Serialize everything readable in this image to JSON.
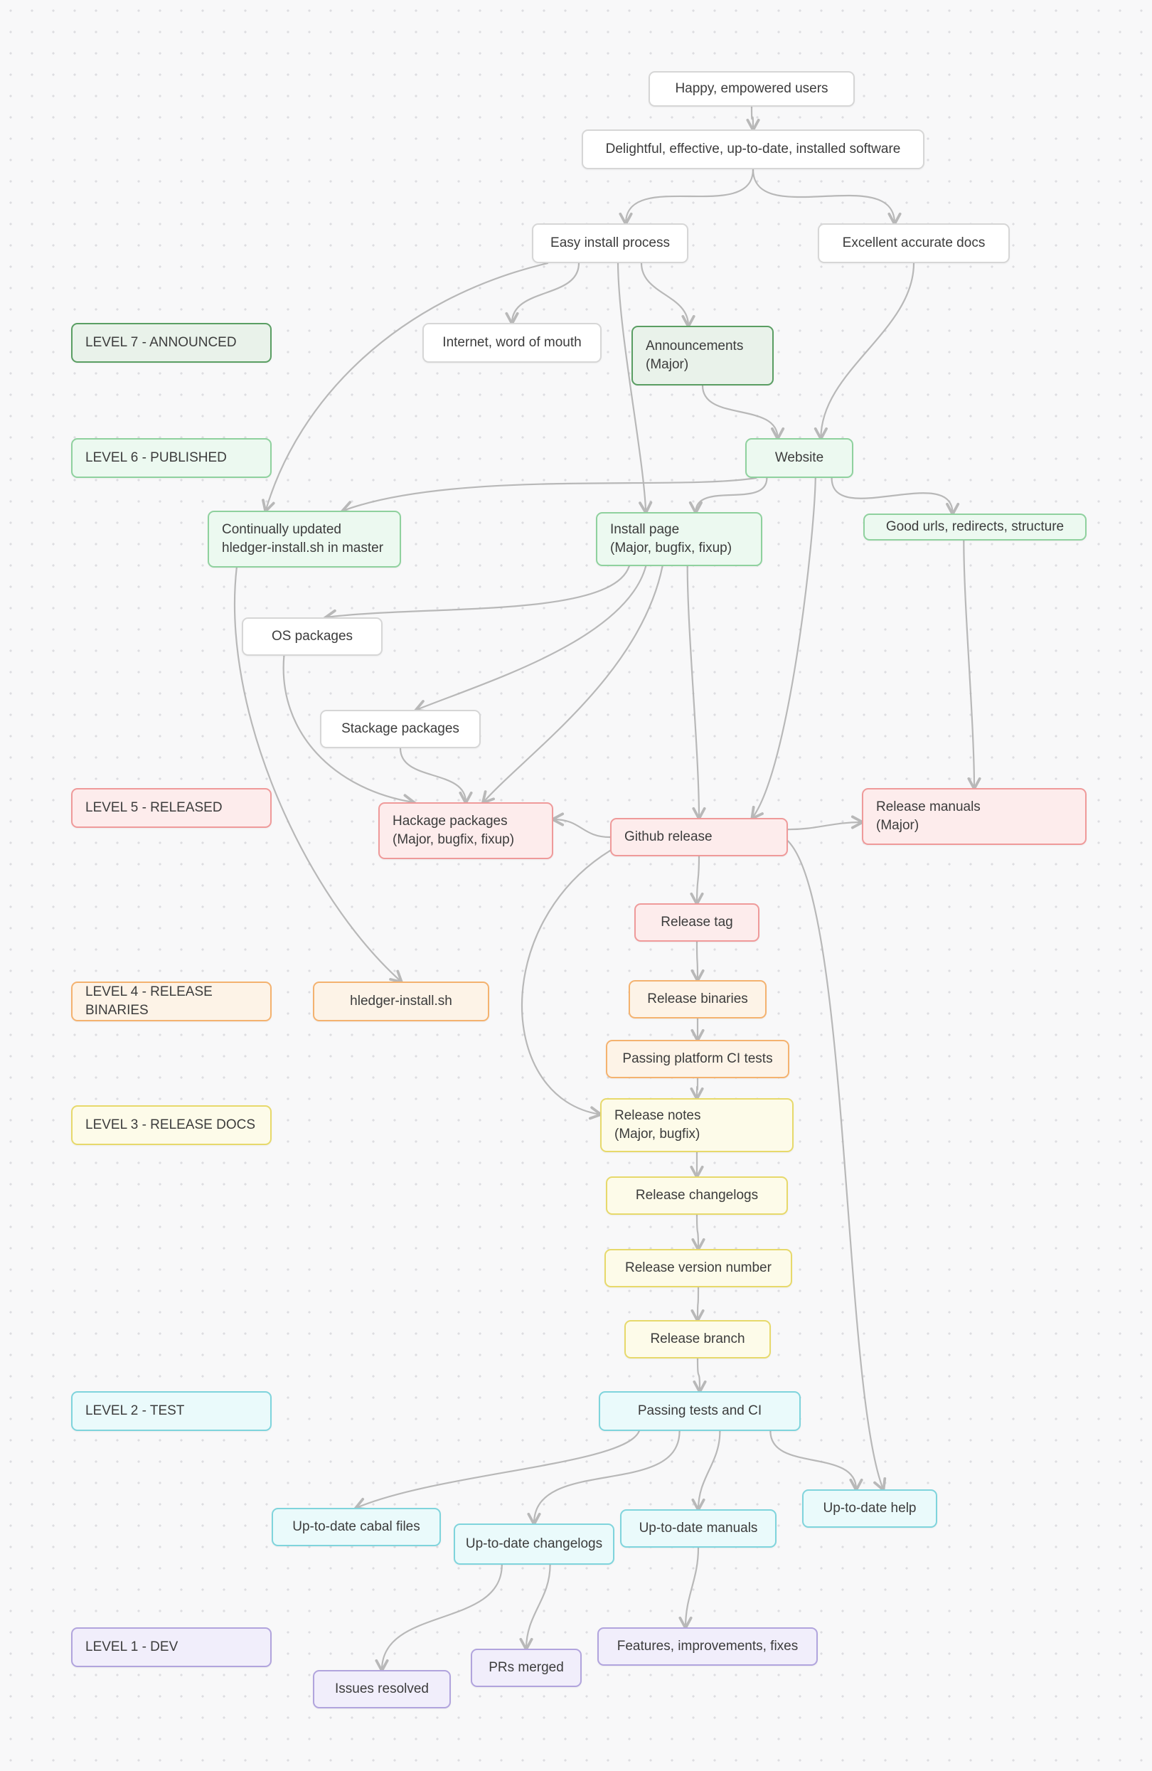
{
  "colors": {
    "edge": "#b5b5b5",
    "schemes": {
      "white": {
        "border": "#d6d6d6",
        "fill": "#ffffff"
      },
      "green-dark": {
        "border": "#5a9e63",
        "fill": "#e9f2ea"
      },
      "green": {
        "border": "#8fd19e",
        "fill": "#ecf9f0"
      },
      "red": {
        "border": "#ef9a9a",
        "fill": "#fdecec"
      },
      "orange": {
        "border": "#f4b26f",
        "fill": "#fdf3e7"
      },
      "yellow": {
        "border": "#e7d96b",
        "fill": "#fdfbe9"
      },
      "cyan": {
        "border": "#7fd4dc",
        "fill": "#eafafb"
      },
      "purple": {
        "border": "#b1a4dd",
        "fill": "#f1eefb"
      }
    }
  },
  "levels": {
    "lvl7": {
      "label": "LEVEL 7 - ANNOUNCED"
    },
    "lvl6": {
      "label": "LEVEL 6 - PUBLISHED"
    },
    "lvl5": {
      "label": "LEVEL 5 - RELEASED"
    },
    "lvl4": {
      "label": "LEVEL 4 - RELEASE BINARIES"
    },
    "lvl3": {
      "label": "LEVEL 3 - RELEASE DOCS"
    },
    "lvl2": {
      "label": "LEVEL 2 - TEST"
    },
    "lvl1": {
      "label": "LEVEL 1 - DEV"
    }
  },
  "nodes": {
    "happy": {
      "label": "Happy, empowered users"
    },
    "software": {
      "label": "Delightful, effective, up-to-date, installed software"
    },
    "easyinstall": {
      "label": "Easy install process"
    },
    "excellentdocs": {
      "label": "Excellent accurate docs"
    },
    "internet": {
      "label": "Internet, word of mouth"
    },
    "announcements": {
      "label": "Announcements",
      "sublabel": "(Major)"
    },
    "website": {
      "label": "Website"
    },
    "contupd": {
      "label": "Continually updated",
      "sublabel": "hledger-install.sh in master"
    },
    "installpage": {
      "label": "Install page",
      "sublabel": "(Major, bugfix, fixup)"
    },
    "goodurls": {
      "label": "Good urls, redirects, structure"
    },
    "ospackages": {
      "label": "OS packages"
    },
    "stackage": {
      "label": "Stackage packages"
    },
    "hackage": {
      "label": "Hackage packages",
      "sublabel": "(Major, bugfix, fixup)"
    },
    "github": {
      "label": "Github release"
    },
    "relmanuals": {
      "label": "Release manuals",
      "sublabel": "(Major)"
    },
    "reltag": {
      "label": "Release tag"
    },
    "hinstallsh": {
      "label": "hledger-install.sh"
    },
    "relbinaries": {
      "label": "Release binaries"
    },
    "platformci": {
      "label": "Passing platform CI tests"
    },
    "relnotes": {
      "label": "Release notes",
      "sublabel": "(Major, bugfix)"
    },
    "relchangelogs": {
      "label": "Release changelogs"
    },
    "relversion": {
      "label": "Release version number"
    },
    "relbranch": {
      "label": "Release branch"
    },
    "passingtests": {
      "label": "Passing tests and CI"
    },
    "cabalfiles": {
      "label": "Up-to-date cabal files"
    },
    "utdchangelogs": {
      "label": "Up-to-date changelogs"
    },
    "utdmanuals": {
      "label": "Up-to-date manuals"
    },
    "utdhelp": {
      "label": "Up-to-date help"
    },
    "features": {
      "label": "Features, improvements, fixes"
    },
    "prsmerged": {
      "label": "PRs merged"
    },
    "issuesresolved": {
      "label": "Issues resolved"
    }
  },
  "edges": [
    {
      "from": "happy",
      "to": "software"
    },
    {
      "from": "software",
      "fs": "bottom:0.5",
      "to": "easyinstall",
      "ts": "top:0.6"
    },
    {
      "from": "software",
      "fs": "bottom:0.5",
      "to": "excellentdocs",
      "ts": "top:0.4"
    },
    {
      "from": "easyinstall",
      "fs": "bottom:0.3",
      "to": "internet",
      "ts": "top:0.5"
    },
    {
      "from": "easyinstall",
      "fs": "bottom:0.7",
      "to": "announcements",
      "ts": "top:0.4"
    },
    {
      "from": "easyinstall",
      "fs": "bottom:0.55",
      "to": "installpage",
      "ts": "top:0.3",
      "via": [
        [
          870,
          470
        ],
        [
          905,
          640
        ]
      ]
    },
    {
      "from": "easyinstall",
      "fs": "bottom:0.1",
      "to": "contupd",
      "ts": "top:0.3",
      "via": [
        [
          560,
          420
        ],
        [
          420,
          560
        ]
      ]
    },
    {
      "from": "excellentdocs",
      "fs": "bottom:0.5",
      "to": "website",
      "ts": "top:0.7"
    },
    {
      "from": "announcements",
      "fs": "bottom:0.5",
      "to": "website",
      "ts": "top:0.3"
    },
    {
      "from": "website",
      "fs": "bottom:0.2",
      "to": "installpage",
      "ts": "top:0.6"
    },
    {
      "from": "website",
      "fs": "bottom:0.8",
      "to": "goodurls",
      "ts": "top:0.4"
    },
    {
      "from": "website",
      "fs": "bottom:0.1",
      "to": "contupd",
      "ts": "top:0.7",
      "via": [
        [
          950,
          690
        ],
        [
          640,
          660
        ]
      ]
    },
    {
      "from": "website",
      "fs": "bottom:0.65",
      "to": "github",
      "ts": "top:0.8",
      "via": [
        [
          1145,
          760
        ],
        [
          1110,
          1080
        ]
      ]
    },
    {
      "from": "goodurls",
      "fs": "bottom:0.45",
      "to": "relmanuals",
      "ts": "top:0.5"
    },
    {
      "from": "installpage",
      "fs": "bottom:0.2",
      "to": "ospackages",
      "ts": "top:0.6",
      "via": [
        [
          860,
          870
        ],
        [
          600,
          850
        ]
      ]
    },
    {
      "from": "installpage",
      "fs": "bottom:0.3",
      "to": "stackage",
      "ts": "top:0.6",
      "via": [
        [
          880,
          900
        ],
        [
          680,
          960
        ]
      ]
    },
    {
      "from": "installpage",
      "fs": "bottom:0.4",
      "to": "hackage",
      "ts": "top:0.6",
      "via": [
        [
          900,
          950
        ],
        [
          740,
          1060
        ]
      ]
    },
    {
      "from": "installpage",
      "fs": "bottom:0.55",
      "to": "github",
      "ts": "top:0.5"
    },
    {
      "from": "contupd",
      "fs": "bottom:0.15",
      "to": "hinstallsh",
      "ts": "top:0.5",
      "via": [
        [
          310,
          1000
        ],
        [
          430,
          1260
        ]
      ]
    },
    {
      "from": "ospackages",
      "fs": "bottom:0.3",
      "to": "hackage",
      "ts": "top:0.2",
      "via": [
        [
          390,
          1030
        ],
        [
          470,
          1110
        ]
      ]
    },
    {
      "from": "stackage",
      "fs": "bottom:0.5",
      "to": "hackage",
      "ts": "top:0.5"
    },
    {
      "from": "github",
      "fs": "bottom:0.5",
      "to": "reltag",
      "ts": "top:0.5"
    },
    {
      "from": "github",
      "fs": "left:0.5",
      "to": "hackage",
      "ts": "right:0.3"
    },
    {
      "from": "github",
      "fs": "left:0.85",
      "to": "relnotes",
      "ts": "left:0.3",
      "via": [
        [
          690,
          1300
        ],
        [
          700,
          1545
        ]
      ]
    },
    {
      "from": "github",
      "fs": "right:0.3",
      "to": "relmanuals",
      "ts": "left:0.6"
    },
    {
      "from": "github",
      "fs": "right:0.6",
      "to": "utdhelp",
      "ts": "top:0.6",
      "via": [
        [
          1195,
          1270
        ],
        [
          1185,
          1950
        ]
      ]
    },
    {
      "from": "reltag",
      "to": "relbinaries"
    },
    {
      "from": "relbinaries",
      "to": "platformci"
    },
    {
      "from": "platformci",
      "to": "relnotes"
    },
    {
      "from": "relnotes",
      "to": "relchangelogs"
    },
    {
      "from": "relchangelogs",
      "to": "relversion"
    },
    {
      "from": "relversion",
      "to": "relbranch"
    },
    {
      "from": "relbranch",
      "to": "passingtests"
    },
    {
      "from": "passingtests",
      "fs": "bottom:0.2",
      "to": "cabalfiles",
      "ts": "top:0.5",
      "via": [
        [
          880,
          2060
        ],
        [
          620,
          2070
        ]
      ]
    },
    {
      "from": "passingtests",
      "fs": "bottom:0.4",
      "to": "utdchangelogs",
      "ts": "top:0.5"
    },
    {
      "from": "passingtests",
      "fs": "bottom:0.6",
      "to": "utdmanuals",
      "ts": "top:0.5"
    },
    {
      "from": "passingtests",
      "fs": "bottom:0.85",
      "to": "utdhelp",
      "ts": "top:0.4"
    },
    {
      "from": "utdchangelogs",
      "fs": "bottom:0.3",
      "to": "issuesresolved",
      "ts": "top:0.5"
    },
    {
      "from": "utdchangelogs",
      "fs": "bottom:0.6",
      "to": "prsmerged",
      "ts": "top:0.5"
    },
    {
      "from": "utdmanuals",
      "fs": "bottom:0.5",
      "to": "features",
      "ts": "top:0.4"
    }
  ]
}
